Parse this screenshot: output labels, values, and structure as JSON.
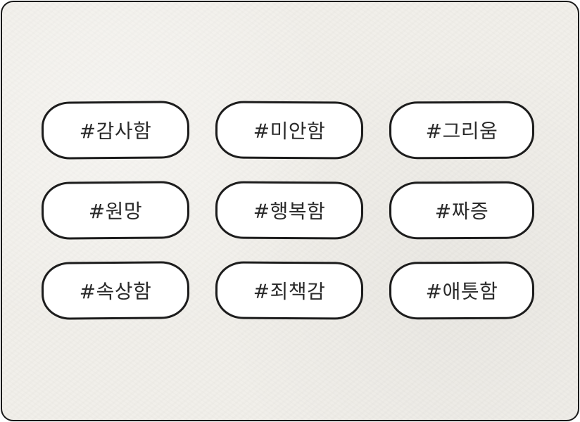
{
  "tags": [
    {
      "label": "#감사함"
    },
    {
      "label": "#미안함"
    },
    {
      "label": "#그리움"
    },
    {
      "label": "#원망"
    },
    {
      "label": "#행복함"
    },
    {
      "label": "#짜증"
    },
    {
      "label": "#속상함"
    },
    {
      "label": "#죄책감"
    },
    {
      "label": "#애틋함"
    }
  ],
  "colors": {
    "background": "#f1efea",
    "tag_fill": "#ffffff",
    "outline": "#1c1c1c",
    "text": "#2a2a2a"
  }
}
